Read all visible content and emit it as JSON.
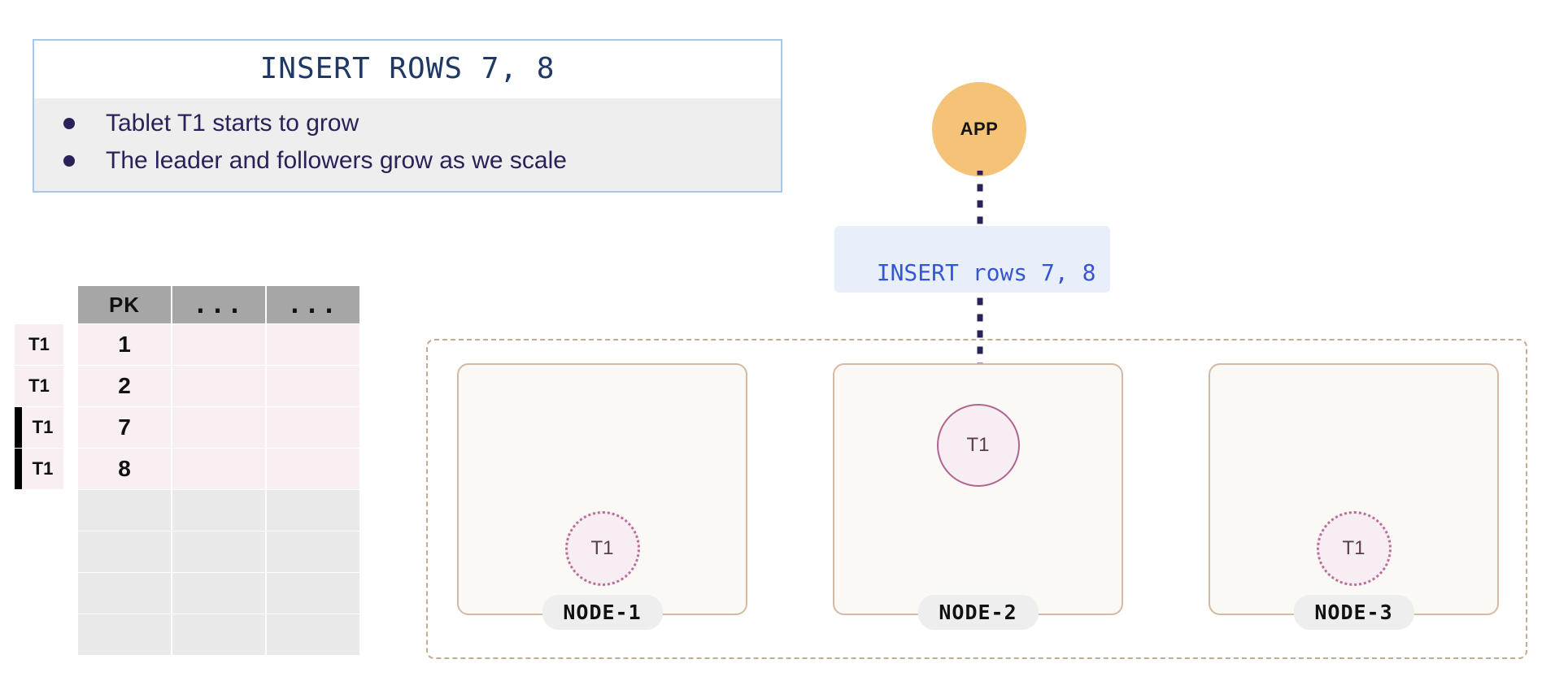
{
  "info_box": {
    "title": "INSERT ROWS 7, 8",
    "bullets": [
      "Tablet T1 starts to grow",
      "The leader and followers grow as we scale"
    ],
    "border_color": "#a9c7e8",
    "title_color": "#1f3864",
    "bullet_bg": "#eeeeee"
  },
  "table": {
    "headers": [
      "PK",
      "...",
      "..."
    ],
    "header_bg": "#a6a6a6",
    "filled_row_bg": "#f7eff1",
    "blank_row_bg": "#e9e9e9",
    "rows": [
      {
        "label": "T1",
        "pk": "1",
        "marked": false,
        "filled": true
      },
      {
        "label": "T1",
        "pk": "2",
        "marked": false,
        "filled": true
      },
      {
        "label": "T1",
        "pk": "7",
        "marked": true,
        "filled": true
      },
      {
        "label": "T1",
        "pk": "8",
        "marked": true,
        "filled": true
      },
      {
        "label": "",
        "pk": "",
        "marked": false,
        "filled": false
      },
      {
        "label": "",
        "pk": "",
        "marked": false,
        "filled": false
      },
      {
        "label": "",
        "pk": "",
        "marked": false,
        "filled": false
      },
      {
        "label": "",
        "pk": "",
        "marked": false,
        "filled": false
      }
    ]
  },
  "app": {
    "label": "APP",
    "color": "#f5c377"
  },
  "query": {
    "text": "INSERT rows 7, 8",
    "text_color": "#3556d4",
    "bg_color": "#e9eefb"
  },
  "arrow": {
    "style": "dotted",
    "color": "#2b2159"
  },
  "cluster": {
    "border_color": "#c6ab93",
    "nodes": [
      {
        "name": "NODE-1",
        "tablet": {
          "label": "T1",
          "role": "follower"
        }
      },
      {
        "name": "NODE-2",
        "tablet": {
          "label": "T1",
          "role": "leader"
        }
      },
      {
        "name": "NODE-3",
        "tablet": {
          "label": "T1",
          "role": "follower"
        }
      }
    ]
  }
}
